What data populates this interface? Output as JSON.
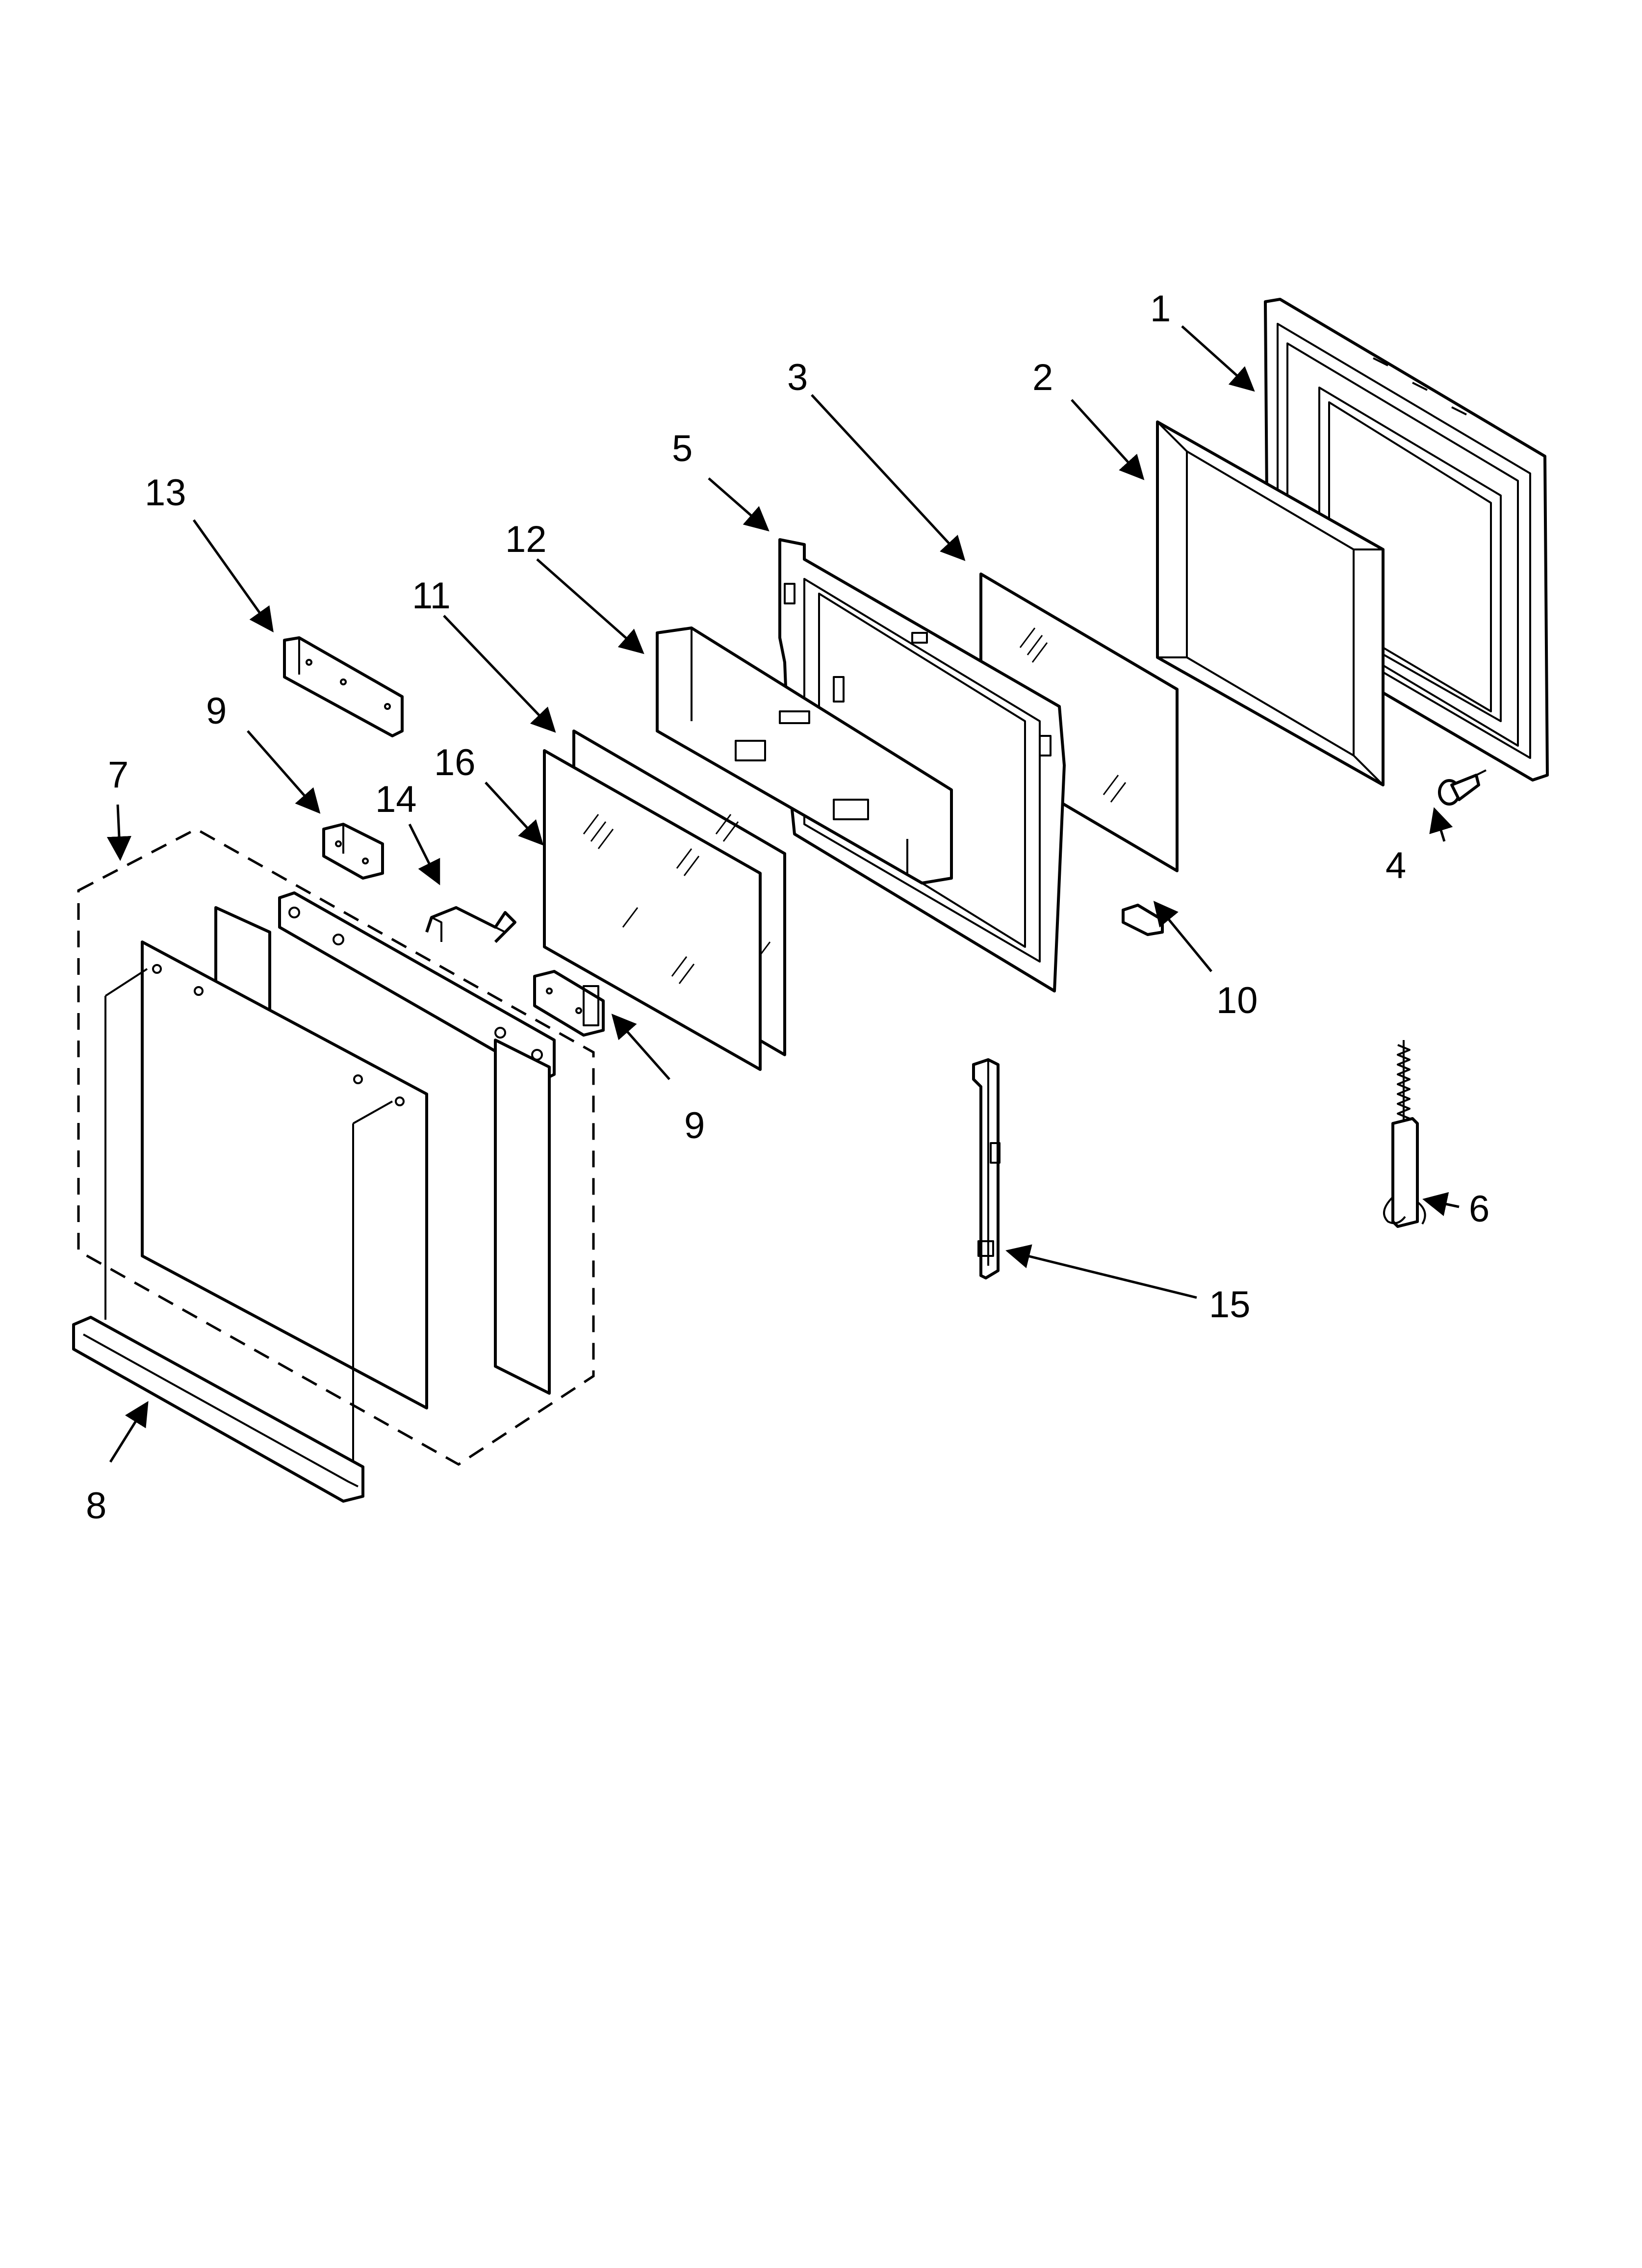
{
  "callouts": {
    "c1": "1",
    "c2": "2",
    "c3": "3",
    "c4": "4",
    "c5": "5",
    "c6": "6",
    "c7": "7",
    "c8": "8",
    "c9a": "9",
    "c9b": "9",
    "c10": "10",
    "c11": "11",
    "c12": "12",
    "c13": "13",
    "c14": "14",
    "c15": "15",
    "c16": "16"
  },
  "colors": {
    "line": "#000000",
    "background": "#ffffff"
  }
}
